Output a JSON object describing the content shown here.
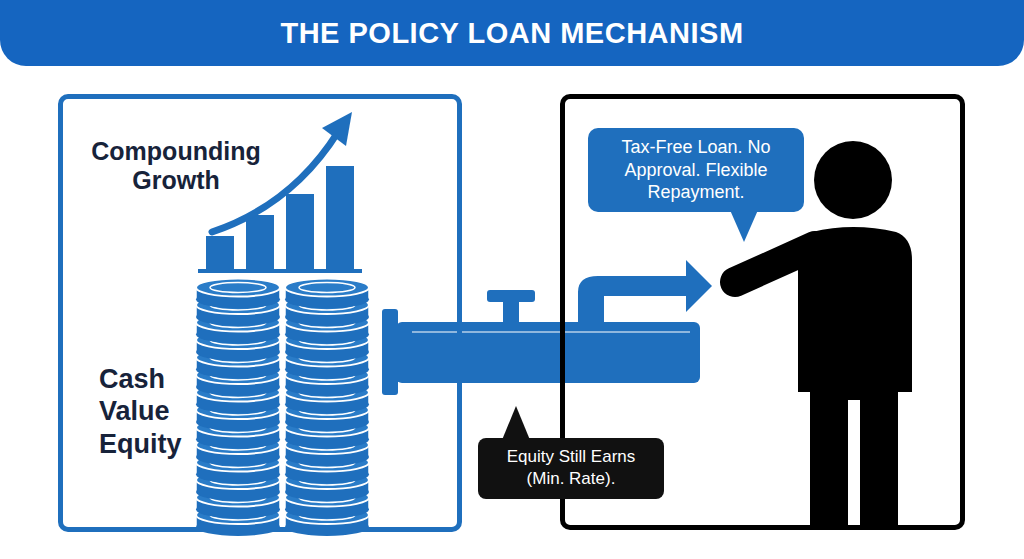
{
  "diagram": {
    "title": "THE POLICY LOAN MECHANISM",
    "nodes": [
      {
        "text": [
          "Compounding Growth",
          "Cash Value Equity"
        ]
      },
      {
        "text": []
      },
      {
        "text": [
          "Tax-Free Loan. No Approval. Flexible Repayment."
        ],
        "in": 1
      },
      {
        "text": [
          "Equity Still Earns (Min. Rate)."
        ]
      }
    ],
    "edges": [
      {
        "from": 0,
        "to": 1,
        "arrow": "to"
      }
    ]
  }
}
